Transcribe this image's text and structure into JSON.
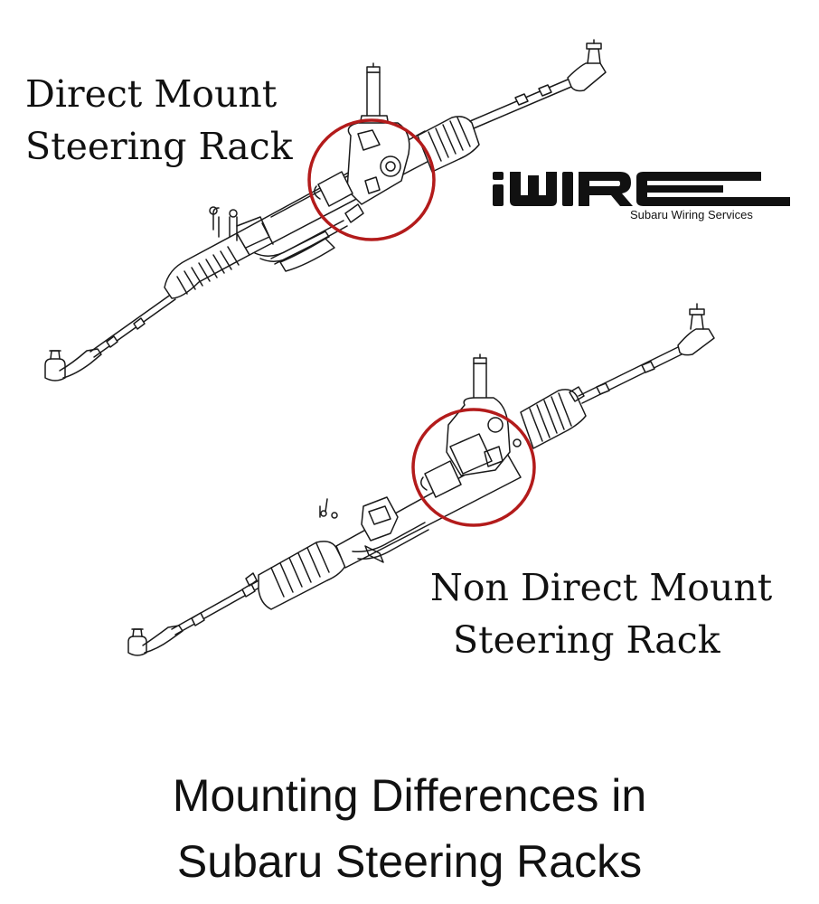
{
  "labels": {
    "direct_line1": "Direct Mount",
    "direct_line2": "Steering Rack",
    "nondirect_line1": "Non Direct Mount",
    "nondirect_line2": "Steering Rack"
  },
  "brand": {
    "logo_text": "iWIRE",
    "subtitle": "Subaru Wiring Services"
  },
  "caption": {
    "line1": "Mounting Differences in",
    "line2": "Subaru Steering Racks"
  },
  "colors": {
    "highlight_circle": "#b31b1b",
    "line_art": "#1a1a1a",
    "background": "#ffffff"
  }
}
